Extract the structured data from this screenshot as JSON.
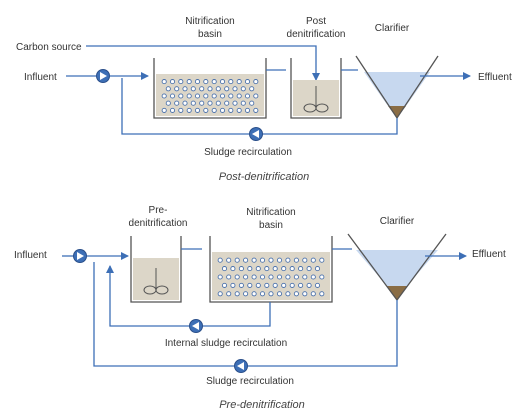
{
  "diagrams": [
    {
      "caption": "Post-denitrification",
      "labels": {
        "carbon_source": "Carbon source",
        "influent": "Influent",
        "nitrification": [
          "Nitrification",
          "basin"
        ],
        "post_denitrification": [
          "Post",
          "denitrification"
        ],
        "clarifier": "Clarifier",
        "effluent": "Effluent",
        "sludge_recirculation": "Sludge recirculation"
      }
    },
    {
      "caption": "Pre-denitrification",
      "labels": {
        "influent": "Influent",
        "pre_denitrification": [
          "Pre-",
          "denitrification"
        ],
        "nitrification": [
          "Nitrification",
          "basin"
        ],
        "clarifier": "Clarifier",
        "effluent": "Effluent",
        "internal_sludge_recirculation": "Internal sludge recirculation",
        "sludge_recirculation": "Sludge recirculation"
      }
    }
  ],
  "colors": {
    "flow_line": "#3d6fb6",
    "tank_wall": "#555555",
    "liquid": "#dcd6c8",
    "bubble": "#4b72ac",
    "clarifier_water": "#c7d8ef",
    "sludge": "#8a6d45",
    "pump_fill": "#3d6fb6"
  },
  "icons": [
    "pump-icon",
    "mixer-icon",
    "bubbles-icon"
  ]
}
